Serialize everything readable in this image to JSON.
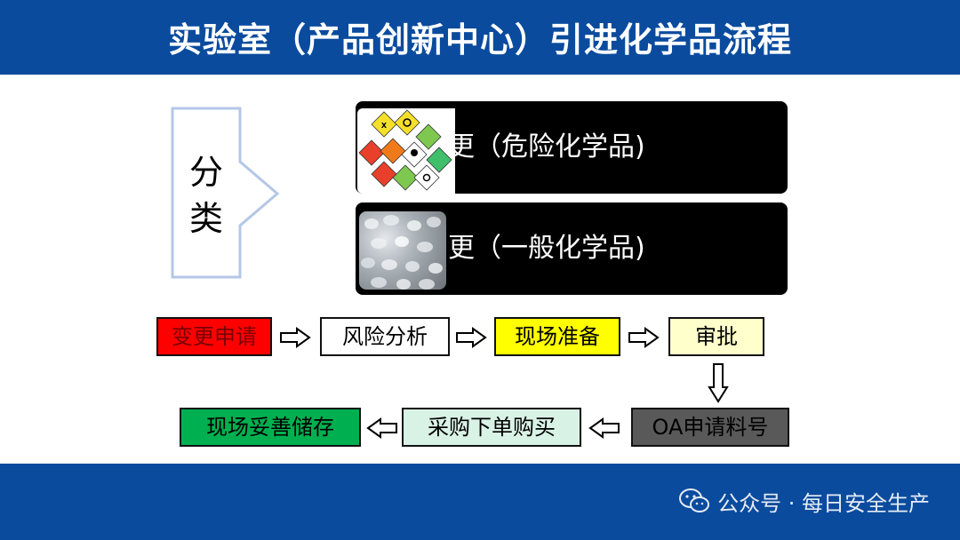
{
  "header": {
    "title": "实验室（产品创新中心）引进化学品流程"
  },
  "classification": {
    "label": "分类",
    "categories": [
      {
        "label": "更（危险化学品)"
      },
      {
        "label": "更（一般化学品)"
      }
    ]
  },
  "hazard_pic": {
    "symbol_x": "X"
  },
  "flow": {
    "steps": [
      {
        "label": "变更申请",
        "fill": "#ff0000",
        "text_color": "#7a0000"
      },
      {
        "label": "风险分析",
        "fill": "#ffffff",
        "text_color": "#000000"
      },
      {
        "label": "现场准备",
        "fill": "#ffff00",
        "text_color": "#000000"
      },
      {
        "label": "审批",
        "fill": "#ffffcc",
        "text_color": "#000000"
      },
      {
        "label": "OA申请料号",
        "fill": "#595959",
        "text_color": "#000000"
      },
      {
        "label": "采购下单购买",
        "fill": "#d9f2e6",
        "text_color": "#000000"
      },
      {
        "label": "现场妥善储存",
        "fill": "#00b050",
        "text_color": "#000000"
      }
    ]
  },
  "watermark": {
    "text": "公众号 · 每日安全生产"
  },
  "colors": {
    "band": "#0a4b9e",
    "category_box": "#000000"
  }
}
